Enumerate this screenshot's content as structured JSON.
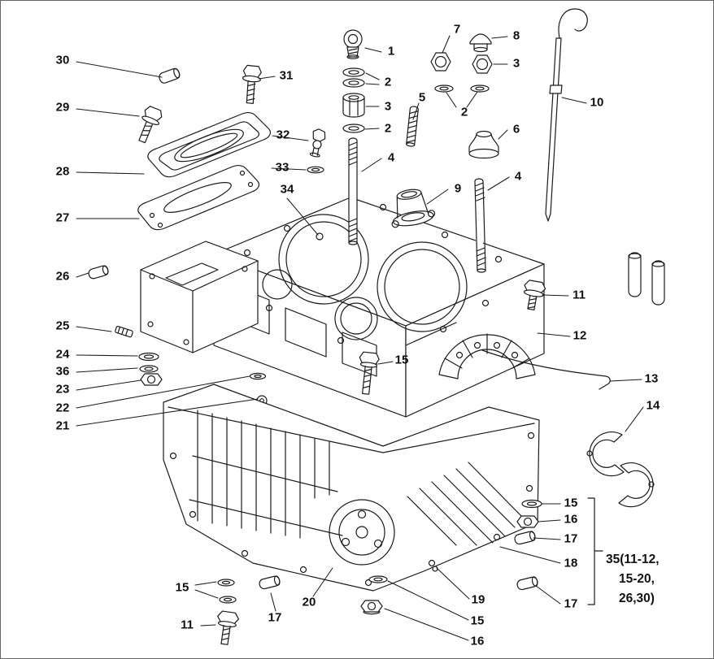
{
  "colors": {
    "ink": "#1b1b1b",
    "background": "#ffffff"
  },
  "callouts": [
    "30",
    "29",
    "28",
    "27",
    "26",
    "25",
    "24",
    "36",
    "23",
    "22",
    "21",
    "31",
    "32",
    "33",
    "34",
    "1",
    "2",
    "3",
    "2",
    "4",
    "5",
    "7",
    "8",
    "3",
    "2",
    "6",
    "4",
    "9",
    "10",
    "11",
    "12",
    "13",
    "14",
    "15",
    "15",
    "16",
    "17",
    "18",
    "17",
    "19",
    "15",
    "16",
    "20",
    "17",
    "15",
    "11"
  ],
  "group_note": {
    "lines": [
      "35(11-12,",
      "15-20,",
      "26,30)"
    ]
  }
}
